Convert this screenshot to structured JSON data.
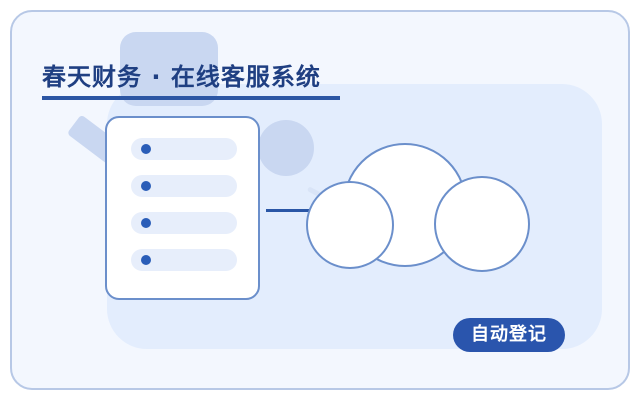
{
  "title": "春天财务 · 在线客服系统",
  "action_button": {
    "label": "自动登记"
  },
  "colors": {
    "accent": "#2a55ad",
    "title": "#1f3f82",
    "card_background": "#f3f7fe",
    "panel_background": "#e3edfd",
    "shape_outline": "#6b8fcb"
  },
  "illustration": {
    "list_rows": 4,
    "icons": [
      "document-list-icon",
      "cloud-icon"
    ]
  }
}
